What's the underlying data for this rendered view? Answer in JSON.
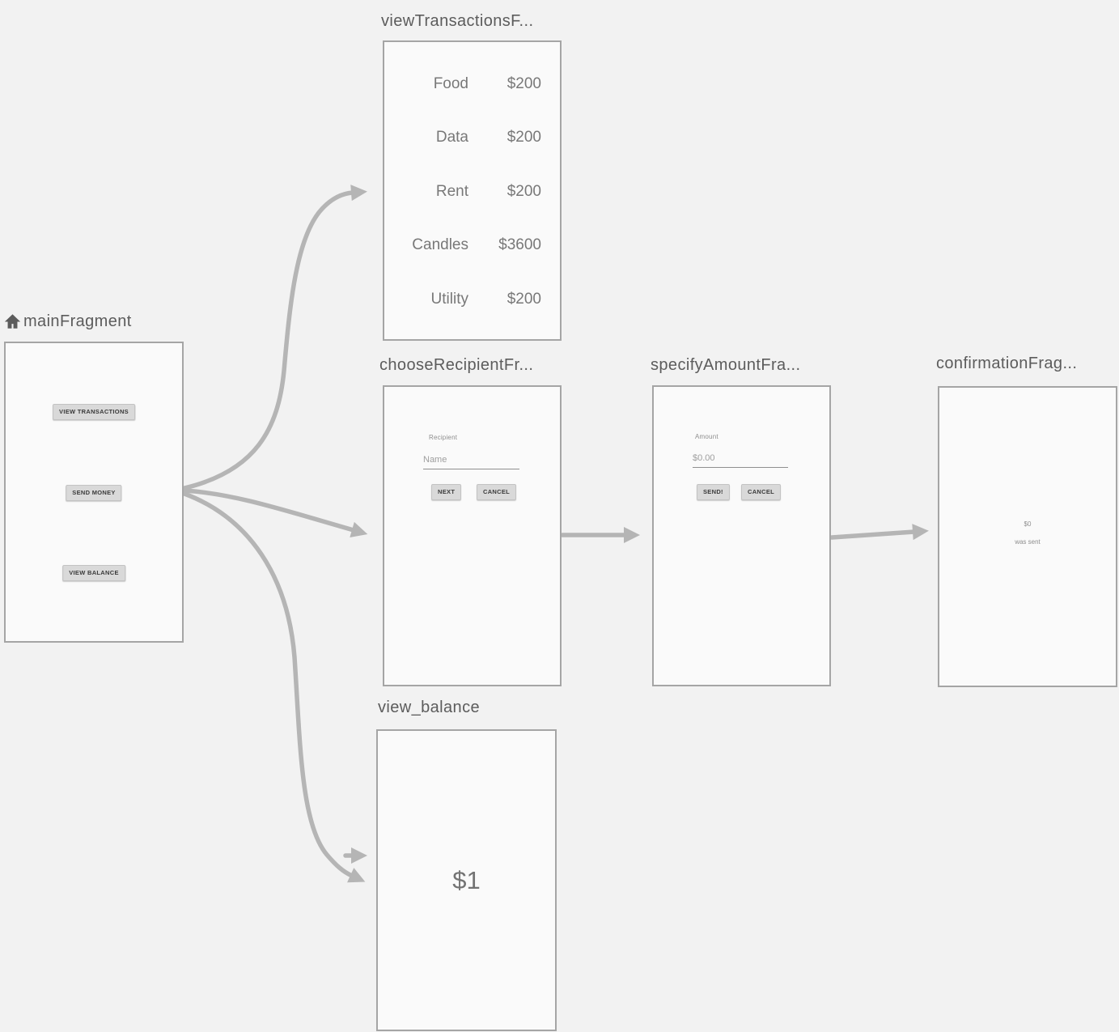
{
  "editor": {
    "type": "navigation-graph",
    "colors": {
      "canvas_bg": "#f2f2f2",
      "card_bg": "#fafafa",
      "card_border": "#a5a5a5",
      "arrow": "#b5b5b5",
      "title_text": "#5c5c5c",
      "preview_text": "#787878"
    }
  },
  "fragments": {
    "main": {
      "title": "mainFragment",
      "icon": "home-icon",
      "buttons": [
        "VIEW TRANSACTIONS",
        "SEND MONEY",
        "VIEW BALANCE"
      ]
    },
    "viewTransactions": {
      "title": "viewTransactionsF...",
      "rows": [
        {
          "name": "Food",
          "amount": "$200"
        },
        {
          "name": "Data",
          "amount": "$200"
        },
        {
          "name": "Rent",
          "amount": "$200"
        },
        {
          "name": "Candles",
          "amount": "$3600"
        },
        {
          "name": "Utility",
          "amount": "$200"
        }
      ]
    },
    "chooseRecipient": {
      "title": "chooseRecipientFr...",
      "field_label": "Recipient",
      "field_value": "Name",
      "next_button": "NEXT",
      "cancel_button": "CANCEL"
    },
    "specifyAmount": {
      "title": "specifyAmountFra...",
      "field_label": "Amount",
      "field_value": "$0.00",
      "send_button": "SEND!",
      "cancel_button": "CANCEL"
    },
    "confirmation": {
      "title": "confirmationFrag...",
      "amount_line": "$0",
      "message_line": "was sent"
    },
    "viewBalance": {
      "title": "view_balance",
      "balance": "$1"
    }
  },
  "actions": [
    {
      "from": "mainFragment",
      "to": "viewTransactionsFragment"
    },
    {
      "from": "mainFragment",
      "to": "chooseRecipientFragment"
    },
    {
      "from": "mainFragment",
      "to": "view_balance"
    },
    {
      "from": "chooseRecipientFragment",
      "to": "specifyAmountFragment"
    },
    {
      "from": "specifyAmountFragment",
      "to": "confirmationFragment"
    }
  ]
}
